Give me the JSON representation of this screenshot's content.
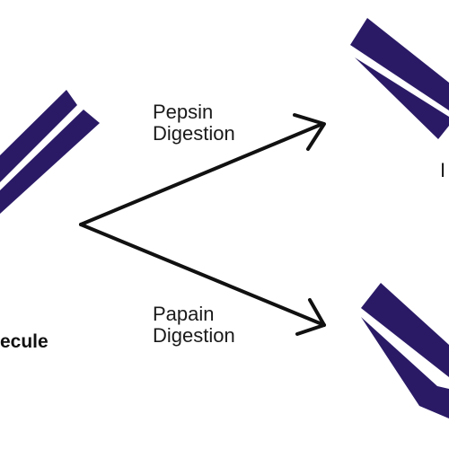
{
  "colors": {
    "chain": "#2a1a66",
    "arrow": "#111111",
    "text": "#1a1a1a",
    "background": "#ffffff"
  },
  "labels": {
    "molecule_fragment": "ecule",
    "pepsin_line1": "Pepsin",
    "pepsin_line2": "Digestion",
    "papain_line1": "Papain",
    "papain_line2": "Digestion",
    "right_edge_glyph": "I"
  }
}
